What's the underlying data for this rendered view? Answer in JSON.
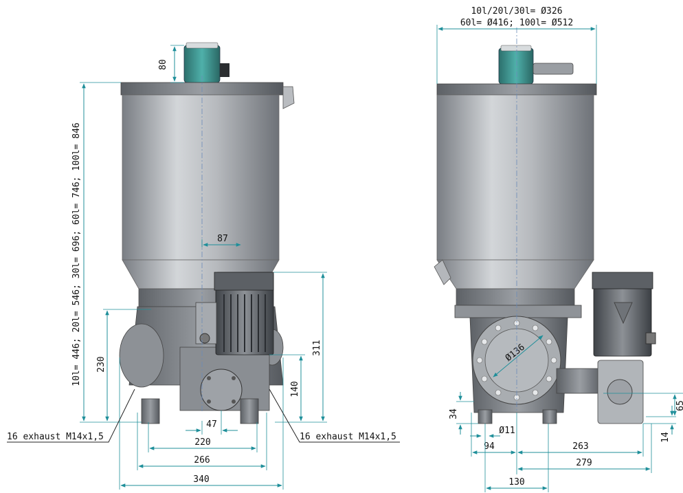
{
  "labels": {
    "top_dia_line1": "10l/20l/30l= Ø326",
    "top_dia_line2": "60l= Ø416; 100l= Ø512",
    "height_total": "10l= 446; 20l= 546; 30l= 696; 60l= 746; 100l= 846",
    "dim_80": "80",
    "dim_87": "87",
    "dim_230": "230",
    "dim_311": "311",
    "dim_140": "140",
    "dim_47": "47",
    "dim_220": "220",
    "dim_266": "266",
    "dim_340": "340",
    "exhaust_left": "16 exhaust M14x1,5",
    "exhaust_right": "16 exhaust M14x1,5",
    "dim_136": "Ø136",
    "dim_34": "34",
    "dim_11": "Ø11",
    "dim_94": "94",
    "dim_263": "263",
    "dim_279": "279",
    "dim_130": "130",
    "dim_14": "14",
    "dim_65": "65"
  },
  "colors": {
    "dimension": "#1f8f9a",
    "body_dark": "#7c8086",
    "body_light": "#c9ccd0",
    "sensor": "#2f8a86"
  }
}
